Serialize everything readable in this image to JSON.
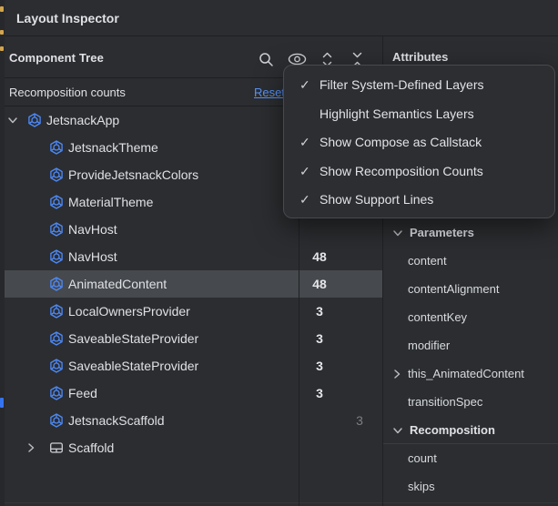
{
  "window": {
    "title": "Layout Inspector"
  },
  "component_tree": {
    "header": "Component Tree",
    "toolbar_icons": [
      "search-icon",
      "eye-icon",
      "expand-all-icon",
      "collapse-all-icon"
    ],
    "recomposition_bar": {
      "label": "Recomposition counts",
      "reset_label": "Reset"
    },
    "rows": [
      {
        "label": "JetsnackApp",
        "depth": 0,
        "expander": "down",
        "icon": "compose",
        "count": ""
      },
      {
        "label": "JetsnackTheme",
        "depth": 1,
        "expander": "",
        "icon": "compose",
        "count": ""
      },
      {
        "label": "ProvideJetsnackColors",
        "depth": 1,
        "expander": "",
        "icon": "compose",
        "count": ""
      },
      {
        "label": "MaterialTheme",
        "depth": 1,
        "expander": "",
        "icon": "compose",
        "count": ""
      },
      {
        "label": "NavHost",
        "depth": 1,
        "expander": "",
        "icon": "compose",
        "count": ""
      },
      {
        "label": "NavHost",
        "depth": 1,
        "expander": "",
        "icon": "compose",
        "count": "48"
      },
      {
        "label": "AnimatedContent",
        "depth": 1,
        "expander": "",
        "icon": "compose",
        "count": "48",
        "selected": true
      },
      {
        "label": "LocalOwnersProvider",
        "depth": 1,
        "expander": "",
        "icon": "compose",
        "count": "3"
      },
      {
        "label": "SaveableStateProvider",
        "depth": 1,
        "expander": "",
        "icon": "compose",
        "count": "3"
      },
      {
        "label": "SaveableStateProvider",
        "depth": 1,
        "expander": "",
        "icon": "compose",
        "count": "3"
      },
      {
        "label": "Feed",
        "depth": 1,
        "expander": "",
        "icon": "compose",
        "count": "3"
      },
      {
        "label": "JetsnackScaffold",
        "depth": 1,
        "expander": "",
        "icon": "compose",
        "count": "3",
        "count_dim": true
      },
      {
        "label": "Scaffold",
        "depth": 1,
        "expander": "right",
        "icon": "scaffold",
        "count": ""
      }
    ]
  },
  "view_options_menu": {
    "items": [
      {
        "label": "Filter System-Defined Layers",
        "checked": true
      },
      {
        "label": "Highlight Semantics Layers",
        "checked": false
      },
      {
        "label": "Show Compose as Callstack",
        "checked": true
      },
      {
        "label": "Show Recomposition Counts",
        "checked": true
      },
      {
        "label": "Show Support Lines",
        "checked": true
      }
    ],
    "check_glyph": "✓"
  },
  "attributes": {
    "header": "Attributes",
    "sections": [
      {
        "title": "Parameters",
        "divider_below_title": false,
        "rows": [
          {
            "label": "content"
          },
          {
            "label": "contentAlignment"
          },
          {
            "label": "contentKey"
          },
          {
            "label": "modifier"
          },
          {
            "label": "this_AnimatedContent",
            "expander": "right"
          },
          {
            "label": "transitionSpec"
          }
        ]
      },
      {
        "title": "Recomposition",
        "divider_below_title": true,
        "rows": [
          {
            "label": "count"
          },
          {
            "label": "skips"
          }
        ]
      }
    ]
  },
  "colors": {
    "panel_bg": "#2b2d30",
    "popup_bg": "#2c2e31",
    "divider": "#1e1f22",
    "selection_row": "#46494d",
    "text": "#dfe1e5",
    "dim_count_text": "#7a7e85",
    "link_blue": "#5a93f5",
    "compose_icon_blue": "#4e8af9",
    "icon_gray": "#ced0d6",
    "gutter_yellow": "#d5a54a",
    "gutter_blue": "#3574f0"
  }
}
